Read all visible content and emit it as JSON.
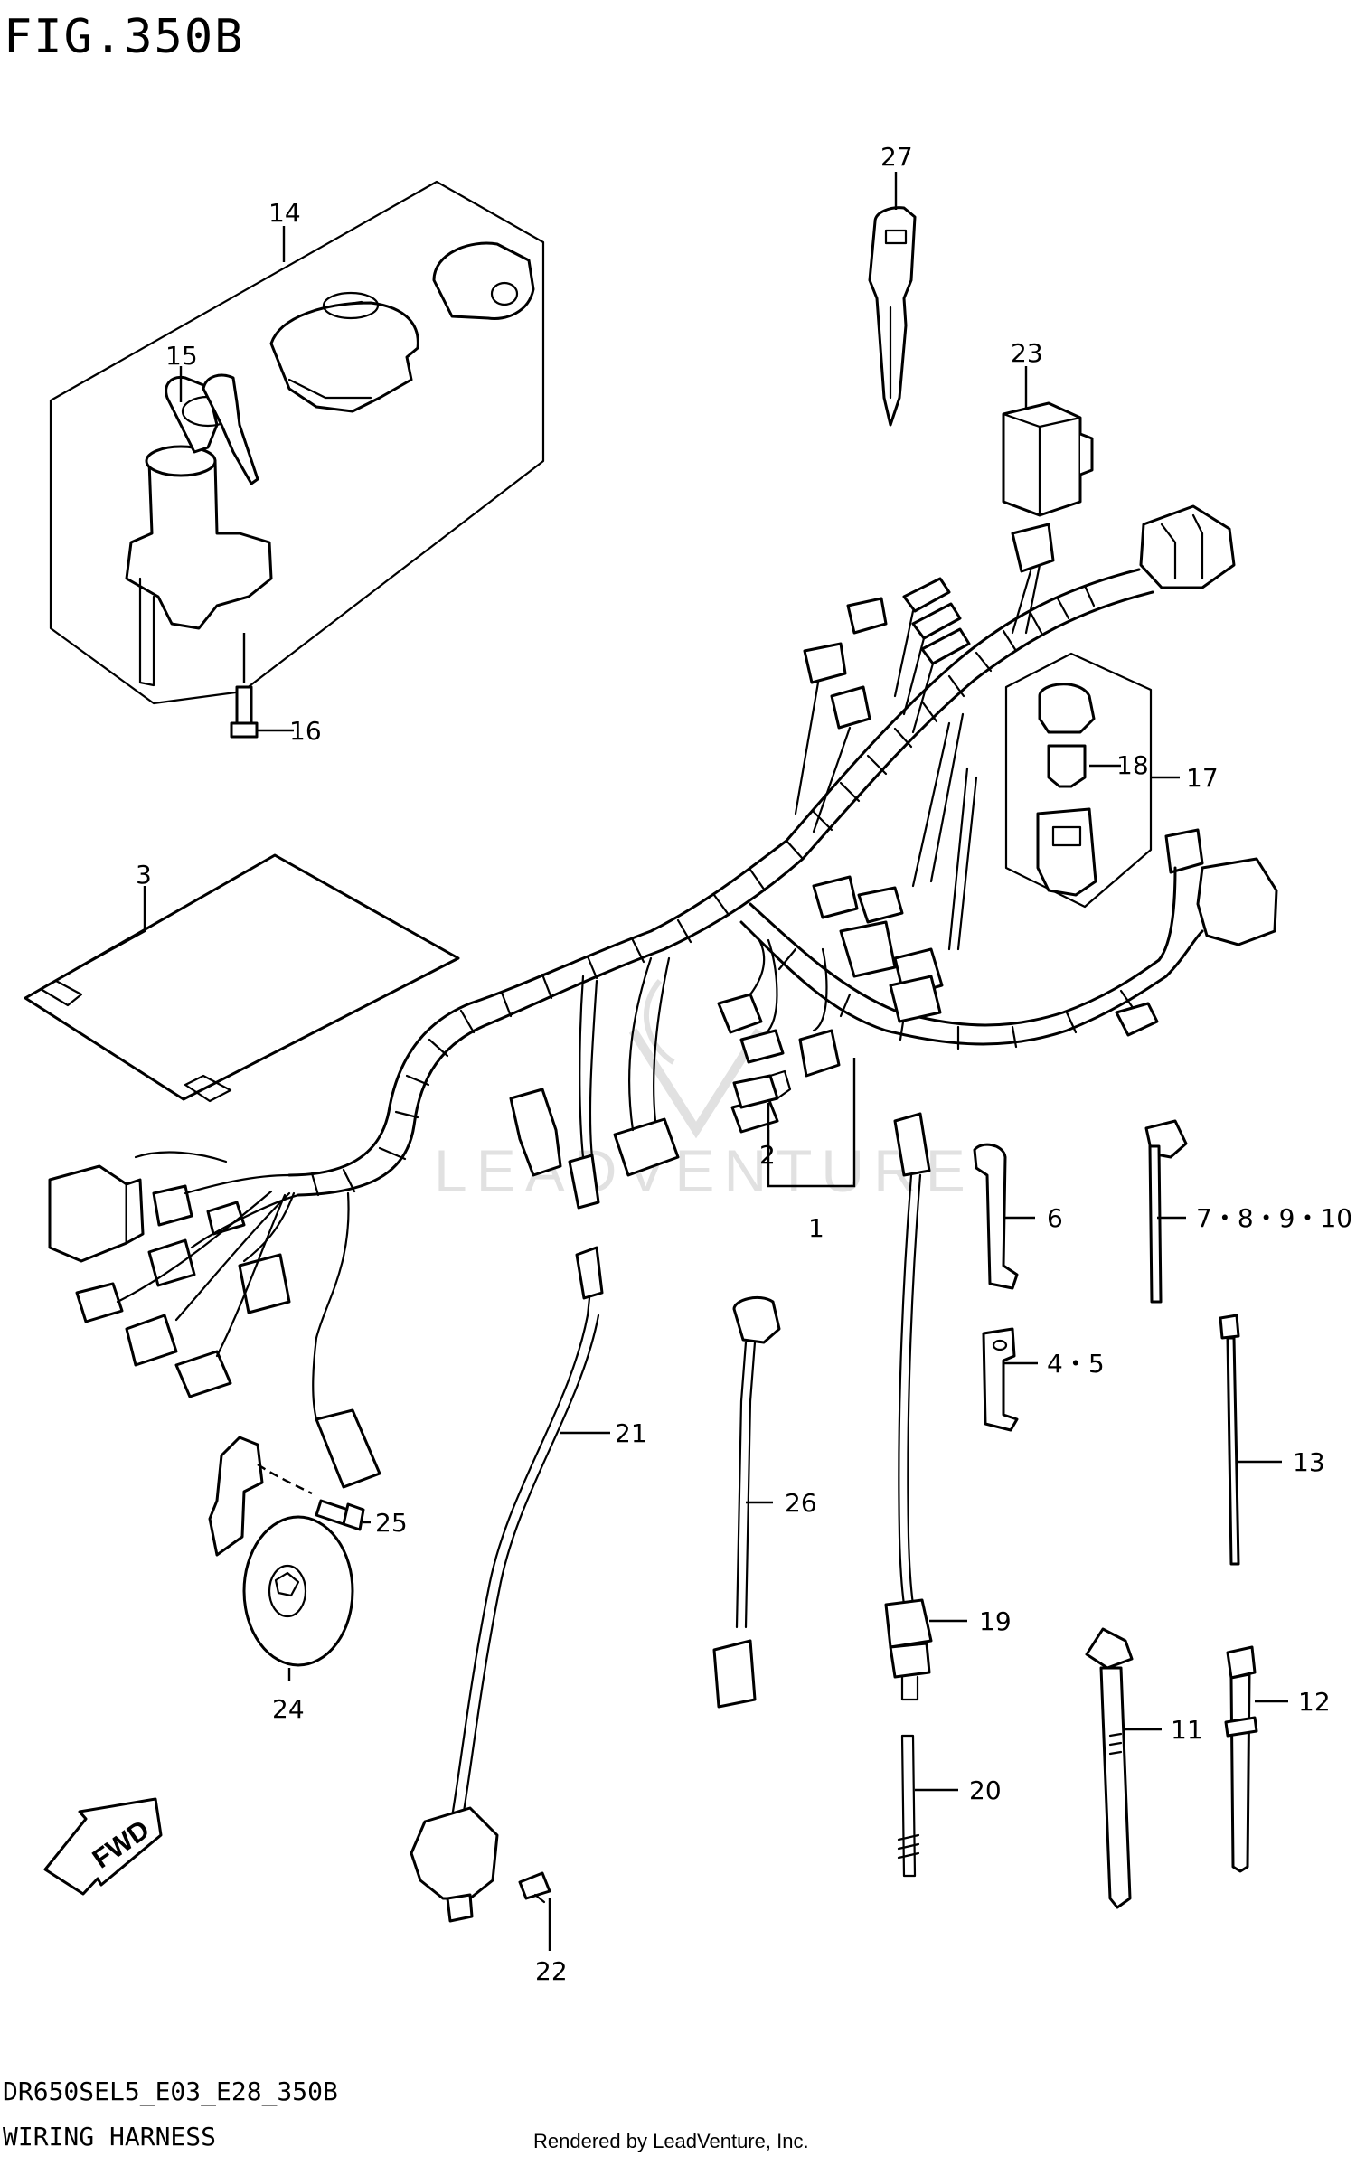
{
  "figure_title": "FIG.350B",
  "diagram_code": "DR650SEL5_E03_E28_350B",
  "section_title": "WIRING HARNESS",
  "render_credit": "Rendered by LeadVenture, Inc.",
  "watermark_text": "LEADVENTURE",
  "fwd_label": "FWD",
  "callouts": {
    "c1": "1",
    "c2": "2",
    "c3": "3",
    "c4_5": "4・5",
    "c6": "6",
    "c7_10": "7・8・9・10",
    "c11": "11",
    "c12": "12",
    "c13": "13",
    "c14": "14",
    "c15": "15",
    "c16": "16",
    "c17": "17",
    "c18": "18",
    "c19": "19",
    "c20": "20",
    "c21": "21",
    "c22": "22",
    "c23": "23",
    "c24": "24",
    "c25": "25",
    "c26": "26",
    "c27": "27"
  },
  "colors": {
    "ink": "#000000",
    "paper": "#ffffff",
    "watermark": "#c9c9c9"
  }
}
